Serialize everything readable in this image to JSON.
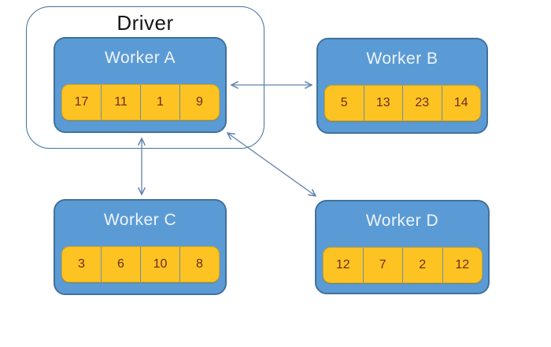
{
  "driver": {
    "label": "Driver",
    "contains": [
      "Worker A"
    ]
  },
  "workers": [
    {
      "id": "A",
      "label": "Worker A",
      "cells": [
        "17",
        "11",
        "1",
        "9"
      ],
      "inside_driver": true
    },
    {
      "id": "B",
      "label": "Worker B",
      "cells": [
        "5",
        "13",
        "23",
        "14"
      ],
      "inside_driver": false
    },
    {
      "id": "C",
      "label": "Worker C",
      "cells": [
        "3",
        "6",
        "10",
        "8"
      ],
      "inside_driver": false
    },
    {
      "id": "D",
      "label": "Worker D",
      "cells": [
        "12",
        "7",
        "2",
        "12"
      ],
      "inside_driver": false
    }
  ],
  "connections": [
    {
      "from": "Worker A",
      "to": "Worker B",
      "type": "bidirectional"
    },
    {
      "from": "Worker A",
      "to": "Worker C",
      "type": "bidirectional"
    },
    {
      "from": "Worker A",
      "to": "Worker D",
      "type": "bidirectional"
    }
  ],
  "colors": {
    "background": "#ffffff",
    "worker_fill": "#5b9bd5",
    "worker_border": "#41719c",
    "cell_fill": "#fdc323",
    "cell_divider": "#6b8cae",
    "cell_text": "#6e2a1d",
    "title_text": "#eef4fb",
    "driver_border": "#41719c",
    "driver_text": "#151515",
    "arrow": "#5f83ad"
  }
}
